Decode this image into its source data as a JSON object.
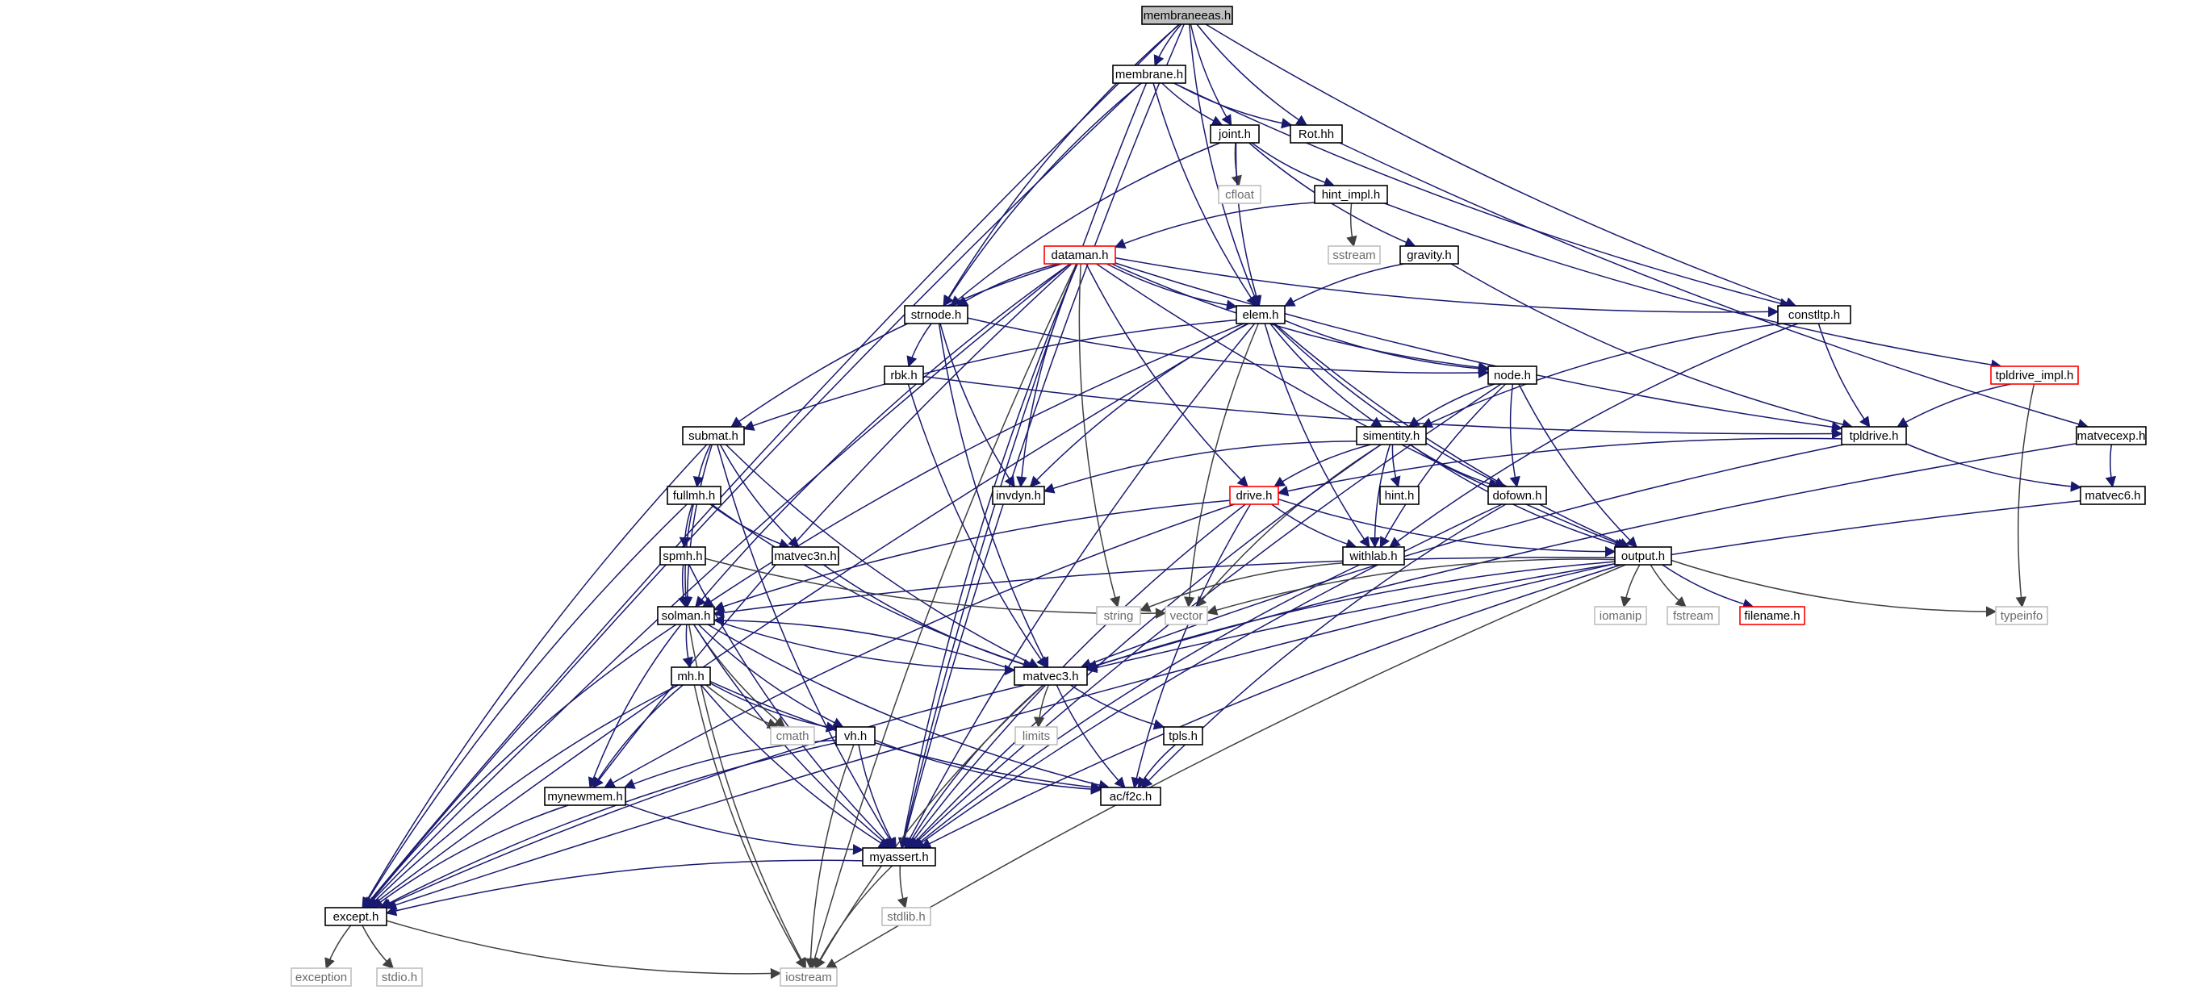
{
  "diagram": {
    "title": "membraneeas.h",
    "colors": {
      "edge": "#191970",
      "edge_system": "#404040",
      "node_border": "#000000",
      "node_root_fill": "#bfbfbf",
      "node_incomplete_border": "#ff0000",
      "node_system_border": "#bfbfbf"
    },
    "nodes": [
      {
        "id": "membraneeas",
        "label": "membraneeas.h",
        "kind": "root"
      },
      {
        "id": "membrane",
        "label": "membrane.h",
        "kind": "normal"
      },
      {
        "id": "joint",
        "label": "joint.h",
        "kind": "normal"
      },
      {
        "id": "rot",
        "label": "Rot.hh",
        "kind": "normal"
      },
      {
        "id": "cfloat",
        "label": "cfloat",
        "kind": "system"
      },
      {
        "id": "hint_impl",
        "label": "hint_impl.h",
        "kind": "normal"
      },
      {
        "id": "sstream",
        "label": "sstream",
        "kind": "system"
      },
      {
        "id": "gravity",
        "label": "gravity.h",
        "kind": "normal"
      },
      {
        "id": "dataman",
        "label": "dataman.h",
        "kind": "red"
      },
      {
        "id": "strnode",
        "label": "strnode.h",
        "kind": "normal"
      },
      {
        "id": "elem",
        "label": "elem.h",
        "kind": "normal"
      },
      {
        "id": "constltp",
        "label": "constltp.h",
        "kind": "normal"
      },
      {
        "id": "tpldrive_impl",
        "label": "tpldrive_impl.h",
        "kind": "red"
      },
      {
        "id": "rbk",
        "label": "rbk.h",
        "kind": "normal"
      },
      {
        "id": "node",
        "label": "node.h",
        "kind": "normal"
      },
      {
        "id": "submat",
        "label": "submat.h",
        "kind": "normal"
      },
      {
        "id": "simentity",
        "label": "simentity.h",
        "kind": "normal"
      },
      {
        "id": "tpldrive",
        "label": "tpldrive.h",
        "kind": "normal"
      },
      {
        "id": "matvecexp",
        "label": "matvecexp.h",
        "kind": "normal"
      },
      {
        "id": "fullmh",
        "label": "fullmh.h",
        "kind": "normal"
      },
      {
        "id": "invdyn",
        "label": "invdyn.h",
        "kind": "normal"
      },
      {
        "id": "hint",
        "label": "hint.h",
        "kind": "normal"
      },
      {
        "id": "drive",
        "label": "drive.h",
        "kind": "red"
      },
      {
        "id": "dofown",
        "label": "dofown.h",
        "kind": "normal"
      },
      {
        "id": "matvec6",
        "label": "matvec6.h",
        "kind": "normal"
      },
      {
        "id": "spmh",
        "label": "spmh.h",
        "kind": "normal"
      },
      {
        "id": "matvec3n",
        "label": "matvec3n.h",
        "kind": "normal"
      },
      {
        "id": "withlab",
        "label": "withlab.h",
        "kind": "normal"
      },
      {
        "id": "output",
        "label": "output.h",
        "kind": "normal"
      },
      {
        "id": "solman",
        "label": "solman.h",
        "kind": "normal"
      },
      {
        "id": "string",
        "label": "string",
        "kind": "system"
      },
      {
        "id": "vector",
        "label": "vector",
        "kind": "system"
      },
      {
        "id": "iomanip",
        "label": "iomanip",
        "kind": "system"
      },
      {
        "id": "fstream",
        "label": "fstream",
        "kind": "system"
      },
      {
        "id": "filename",
        "label": "filename.h",
        "kind": "red"
      },
      {
        "id": "typeinfo",
        "label": "typeinfo",
        "kind": "system"
      },
      {
        "id": "mh",
        "label": "mh.h",
        "kind": "normal"
      },
      {
        "id": "matvec3",
        "label": "matvec3.h",
        "kind": "normal"
      },
      {
        "id": "cmath",
        "label": "cmath",
        "kind": "system"
      },
      {
        "id": "vh",
        "label": "vh.h",
        "kind": "normal"
      },
      {
        "id": "limits",
        "label": "limits",
        "kind": "system"
      },
      {
        "id": "tpls",
        "label": "tpls.h",
        "kind": "normal"
      },
      {
        "id": "mynewmem",
        "label": "mynewmem.h",
        "kind": "normal"
      },
      {
        "id": "acf2c",
        "label": "ac/f2c.h",
        "kind": "normal"
      },
      {
        "id": "myassert",
        "label": "myassert.h",
        "kind": "normal"
      },
      {
        "id": "except",
        "label": "except.h",
        "kind": "normal"
      },
      {
        "id": "stdlib",
        "label": "stdlib.h",
        "kind": "system"
      },
      {
        "id": "exception",
        "label": "exception",
        "kind": "system"
      },
      {
        "id": "stdio",
        "label": "stdio.h",
        "kind": "system"
      },
      {
        "id": "iostream",
        "label": "iostream",
        "kind": "system"
      }
    ],
    "edges": [
      [
        "membraneeas",
        "membrane"
      ],
      [
        "membraneeas",
        "joint"
      ],
      [
        "membraneeas",
        "rot"
      ],
      [
        "membraneeas",
        "strnode"
      ],
      [
        "membraneeas",
        "elem"
      ],
      [
        "membraneeas",
        "constltp"
      ],
      [
        "membraneeas",
        "myassert"
      ],
      [
        "membraneeas",
        "except"
      ],
      [
        "membrane",
        "joint"
      ],
      [
        "membrane",
        "rot"
      ],
      [
        "membrane",
        "strnode"
      ],
      [
        "membrane",
        "elem"
      ],
      [
        "membrane",
        "constltp"
      ],
      [
        "membrane",
        "myassert"
      ],
      [
        "membrane",
        "except"
      ],
      [
        "joint",
        "cfloat"
      ],
      [
        "joint",
        "hint_impl"
      ],
      [
        "joint",
        "gravity"
      ],
      [
        "joint",
        "elem"
      ],
      [
        "joint",
        "strnode"
      ],
      [
        "rot",
        "matvecexp"
      ],
      [
        "hint_impl",
        "sstream"
      ],
      [
        "hint_impl",
        "dataman"
      ],
      [
        "hint_impl",
        "tpldrive_impl"
      ],
      [
        "gravity",
        "elem"
      ],
      [
        "gravity",
        "tpldrive"
      ],
      [
        "dataman",
        "strnode"
      ],
      [
        "dataman",
        "elem"
      ],
      [
        "dataman",
        "constltp"
      ],
      [
        "dataman",
        "node"
      ],
      [
        "dataman",
        "submat"
      ],
      [
        "dataman",
        "invdyn"
      ],
      [
        "dataman",
        "drive"
      ],
      [
        "dataman",
        "solman"
      ],
      [
        "dataman",
        "string"
      ],
      [
        "dataman",
        "tpldrive"
      ],
      [
        "dataman",
        "output"
      ],
      [
        "dataman",
        "mynewmem"
      ],
      [
        "dataman",
        "except"
      ],
      [
        "dataman",
        "iostream"
      ],
      [
        "dataman",
        "myassert"
      ],
      [
        "strnode",
        "rbk"
      ],
      [
        "strnode",
        "node"
      ],
      [
        "strnode",
        "invdyn"
      ],
      [
        "strnode",
        "matvec3"
      ],
      [
        "elem",
        "node"
      ],
      [
        "elem",
        "simentity"
      ],
      [
        "elem",
        "submat"
      ],
      [
        "elem",
        "invdyn"
      ],
      [
        "elem",
        "dofown"
      ],
      [
        "elem",
        "withlab"
      ],
      [
        "elem",
        "vector"
      ],
      [
        "elem",
        "output"
      ],
      [
        "elem",
        "solman"
      ],
      [
        "elem",
        "except"
      ],
      [
        "elem",
        "myassert"
      ],
      [
        "constltp",
        "tpldrive"
      ],
      [
        "constltp",
        "simentity"
      ],
      [
        "constltp",
        "withlab"
      ],
      [
        "tpldrive_impl",
        "tpldrive"
      ],
      [
        "tpldrive_impl",
        "typeinfo"
      ],
      [
        "rbk",
        "tpldrive"
      ],
      [
        "rbk",
        "matvec3"
      ],
      [
        "node",
        "simentity"
      ],
      [
        "node",
        "dofown"
      ],
      [
        "node",
        "withlab"
      ],
      [
        "node",
        "output"
      ],
      [
        "node",
        "myassert"
      ],
      [
        "submat",
        "fullmh"
      ],
      [
        "submat",
        "matvec3n"
      ],
      [
        "submat",
        "solman"
      ],
      [
        "submat",
        "matvec3"
      ],
      [
        "submat",
        "except"
      ],
      [
        "submat",
        "myassert"
      ],
      [
        "simentity",
        "invdyn"
      ],
      [
        "simentity",
        "hint"
      ],
      [
        "simentity",
        "drive"
      ],
      [
        "simentity",
        "dofown"
      ],
      [
        "simentity",
        "withlab"
      ],
      [
        "simentity",
        "output"
      ],
      [
        "simentity",
        "vector"
      ],
      [
        "simentity",
        "myassert"
      ],
      [
        "tpldrive",
        "drive"
      ],
      [
        "tpldrive",
        "matvec6"
      ],
      [
        "tpldrive",
        "matvec3"
      ],
      [
        "matvecexp",
        "matvec6"
      ],
      [
        "matvecexp",
        "matvec3"
      ],
      [
        "fullmh",
        "spmh"
      ],
      [
        "fullmh",
        "matvec3n"
      ],
      [
        "fullmh",
        "solman"
      ],
      [
        "fullmh",
        "matvec3"
      ],
      [
        "fullmh",
        "except"
      ],
      [
        "drive",
        "withlab"
      ],
      [
        "drive",
        "output"
      ],
      [
        "drive",
        "solman"
      ],
      [
        "drive",
        "mynewmem"
      ],
      [
        "drive",
        "acf2c"
      ],
      [
        "drive",
        "myassert"
      ],
      [
        "dofown",
        "acf2c"
      ],
      [
        "dofown",
        "myassert"
      ],
      [
        "matvec6",
        "matvec3"
      ],
      [
        "spmh",
        "solman"
      ],
      [
        "spmh",
        "vector"
      ],
      [
        "spmh",
        "myassert"
      ],
      [
        "matvec3n",
        "matvec3"
      ],
      [
        "withlab",
        "string"
      ],
      [
        "withlab",
        "myassert"
      ],
      [
        "output",
        "iomanip"
      ],
      [
        "output",
        "fstream"
      ],
      [
        "output",
        "filename"
      ],
      [
        "output",
        "typeinfo"
      ],
      [
        "output",
        "vector"
      ],
      [
        "output",
        "solman"
      ],
      [
        "output",
        "matvec3"
      ],
      [
        "output",
        "myassert"
      ],
      [
        "output",
        "except"
      ],
      [
        "output",
        "iostream"
      ],
      [
        "solman",
        "mh"
      ],
      [
        "solman",
        "matvec3"
      ],
      [
        "solman",
        "cmath"
      ],
      [
        "solman",
        "vh"
      ],
      [
        "solman",
        "mynewmem"
      ],
      [
        "solman",
        "acf2c"
      ],
      [
        "solman",
        "myassert"
      ],
      [
        "solman",
        "except"
      ],
      [
        "solman",
        "iostream"
      ],
      [
        "mh",
        "vh"
      ],
      [
        "mh",
        "cmath"
      ],
      [
        "mh",
        "mynewmem"
      ],
      [
        "mh",
        "acf2c"
      ],
      [
        "mh",
        "myassert"
      ],
      [
        "mh",
        "except"
      ],
      [
        "mh",
        "iostream"
      ],
      [
        "matvec3",
        "solman"
      ],
      [
        "matvec3",
        "limits"
      ],
      [
        "matvec3",
        "tpls"
      ],
      [
        "matvec3",
        "acf2c"
      ],
      [
        "matvec3",
        "myassert"
      ],
      [
        "matvec3",
        "except"
      ],
      [
        "matvec3",
        "iostream"
      ],
      [
        "vh",
        "mynewmem"
      ],
      [
        "vh",
        "acf2c"
      ],
      [
        "vh",
        "myassert"
      ],
      [
        "vh",
        "except"
      ],
      [
        "vh",
        "iostream"
      ],
      [
        "tpls",
        "acf2c"
      ],
      [
        "mynewmem",
        "myassert"
      ],
      [
        "mynewmem",
        "except"
      ],
      [
        "myassert",
        "stdlib"
      ],
      [
        "myassert",
        "except"
      ],
      [
        "myassert",
        "iostream"
      ],
      [
        "except",
        "exception"
      ],
      [
        "except",
        "stdio"
      ],
      [
        "except",
        "iostream"
      ]
    ]
  }
}
